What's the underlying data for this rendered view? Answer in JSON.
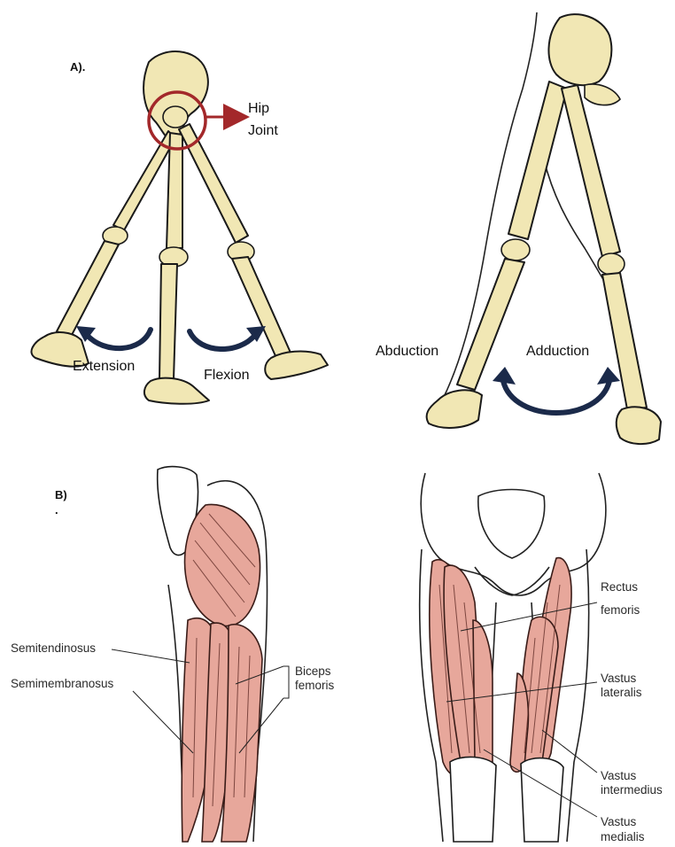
{
  "panel_a": {
    "tag": "A).",
    "hip_label_line1": "Hip",
    "hip_label_line2": "Joint",
    "extension": "Extension",
    "flexion": "Flexion",
    "abduction": "Abduction",
    "adduction": "Adduction"
  },
  "panel_b": {
    "tag_line1": "B)",
    "tag_line2": ".",
    "semitendinosus": "Semitendinosus",
    "semimembranosus": "Semimembranosus",
    "biceps_line1": "Biceps",
    "biceps_line2": "femoris",
    "rectus_line1": "Rectus",
    "rectus_line2": "femoris",
    "vastus_lateralis_line1": "Vastus",
    "vastus_lateralis_line2": "lateralis",
    "vastus_intermedius_line1": "Vastus",
    "vastus_intermedius_line2": "intermedius",
    "vastus_medialis_line1": "Vastus",
    "vastus_medialis_line2": "medialis"
  },
  "colors": {
    "bone": "#f1e7b4",
    "muscle": "#e7a79b",
    "hip_circle": "#a3282a",
    "motion_arrow": "#1b2a4a"
  }
}
